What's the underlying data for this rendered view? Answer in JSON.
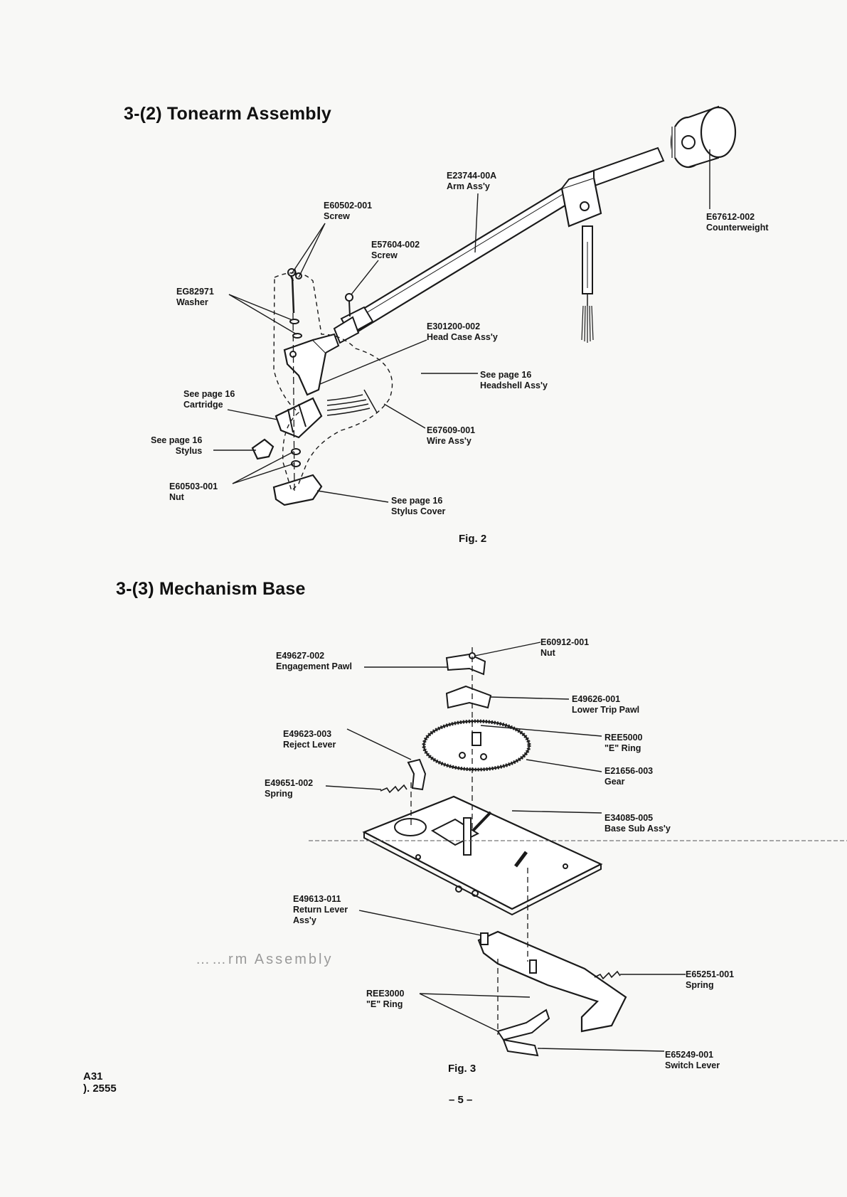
{
  "sections": [
    {
      "id": "tonearm",
      "heading": "3-(2)  Tonearm Assembly",
      "figure": "Fig. 2"
    },
    {
      "id": "mechanism",
      "heading": "3-(3)  Mechanism Base",
      "figure": "Fig. 3"
    }
  ],
  "tonearm_parts": [
    {
      "part_no": "E23744-00A",
      "name": "Arm Ass'y"
    },
    {
      "part_no": "E67612-002",
      "name": "Counterweight"
    },
    {
      "part_no": "E60502-001",
      "name": "Screw"
    },
    {
      "part_no": "E57604-002",
      "name": "Screw"
    },
    {
      "part_no": "EG82971",
      "name": "Washer"
    },
    {
      "part_no": "E301200-002",
      "name": "Head Case Ass'y"
    },
    {
      "part_no": "See page 16",
      "name": "Headshell Ass'y"
    },
    {
      "part_no": "See page 16",
      "name": "Cartridge"
    },
    {
      "part_no": "E67609-001",
      "name": "Wire Ass'y"
    },
    {
      "part_no": "See page 16",
      "name": "Stylus"
    },
    {
      "part_no": "E60503-001",
      "name": "Nut"
    },
    {
      "part_no": "See page 16",
      "name": "Stylus Cover"
    }
  ],
  "mechanism_parts": [
    {
      "part_no": "E60912-001",
      "name": "Nut"
    },
    {
      "part_no": "E49627-002",
      "name": "Engagement Pawl"
    },
    {
      "part_no": "E49626-001",
      "name": "Lower Trip Pawl"
    },
    {
      "part_no": "E49623-003",
      "name": "Reject Lever"
    },
    {
      "part_no": "REE5000",
      "name": "\"E\" Ring"
    },
    {
      "part_no": "E21656-003",
      "name": "Gear"
    },
    {
      "part_no": "E49651-002",
      "name": "Spring"
    },
    {
      "part_no": "E34085-005",
      "name": "Base Sub Ass'y"
    },
    {
      "part_no": "E49613-011",
      "name": "Return Lever",
      "name2": "Ass'y"
    },
    {
      "part_no": "E65251-001",
      "name": "Spring"
    },
    {
      "part_no": "REE3000",
      "name": "\"E\" Ring"
    },
    {
      "part_no": "E65249-001",
      "name": "Switch Lever"
    }
  ],
  "footer": {
    "model": "A31",
    "doc_no": "). 2555",
    "page": "– 5 –",
    "bleed_through": "……rm Assembly"
  }
}
